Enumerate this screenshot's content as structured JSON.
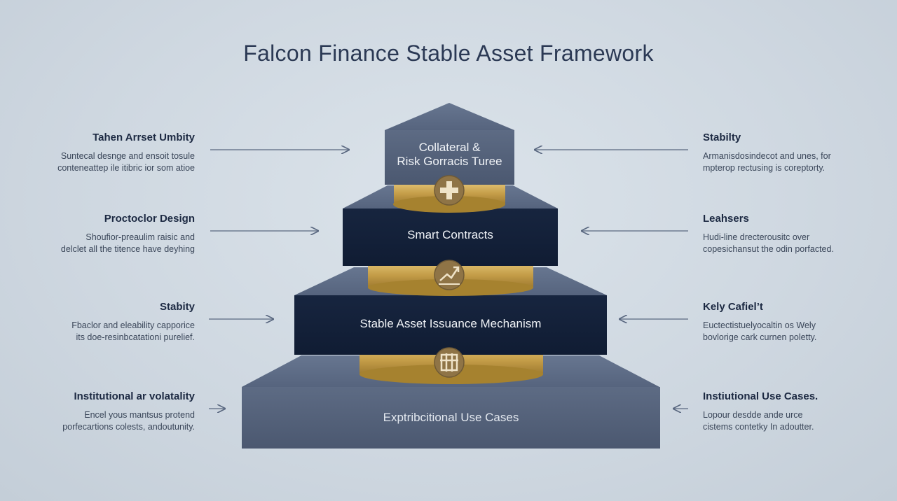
{
  "title": "Falcon Finance Stable Asset Framework",
  "tiers": [
    {
      "line1": "Collateral &",
      "line2": "Risk Gorracis Turee"
    },
    {
      "label": "Smart Contracts"
    },
    {
      "label": "Stable Asset Issuance Mechanism"
    },
    {
      "label": "Exptribcitional Use Cases"
    }
  ],
  "left_items": [
    {
      "heading": "Tahen Arrset Umbity",
      "line1": "Suntecal desnge and ensoit tosule",
      "line2": "conteneattep ile itibric ior som atioe"
    },
    {
      "heading": "Proctoclor Design",
      "line1": "Shoufior-preaulim raisic and",
      "line2": "delclet all the titence have deyhing"
    },
    {
      "heading": "Stabity",
      "line1": "Fbaclor and eleability capporice",
      "line2": "its doe-resinbcatationi purelief."
    },
    {
      "heading": "Institutional ar volatality",
      "line1": "Encel yous mantsus protend",
      "line2": "porfecartions colests, andoutunity."
    }
  ],
  "right_items": [
    {
      "heading": "Stabilty",
      "line1": "Armanisdosindecot and unes, for",
      "line2": "mpterop rectusing is coreptorty."
    },
    {
      "heading": "Leahsers",
      "line1": "Hudi-line drecterousitc over",
      "line2": "copesichansut the odin porfacted."
    },
    {
      "heading": "Kely Cafiel’t",
      "line1": "Euctectistuelyocaltin os Wely",
      "line2": "bovlorige cark curnen poletty."
    },
    {
      "heading": "Instiutional Use Cases.",
      "line1": "Lopour desdde ande urce",
      "line2": "cistems contetky In adoutter."
    }
  ],
  "colors": {
    "navy": "#13203a",
    "slate": "#515f78",
    "gold": "#c7a24f",
    "background": "#cfd8e1"
  },
  "icons": [
    "shield-plus-icon",
    "growth-arrow-icon",
    "blockchain-grid-icon"
  ]
}
